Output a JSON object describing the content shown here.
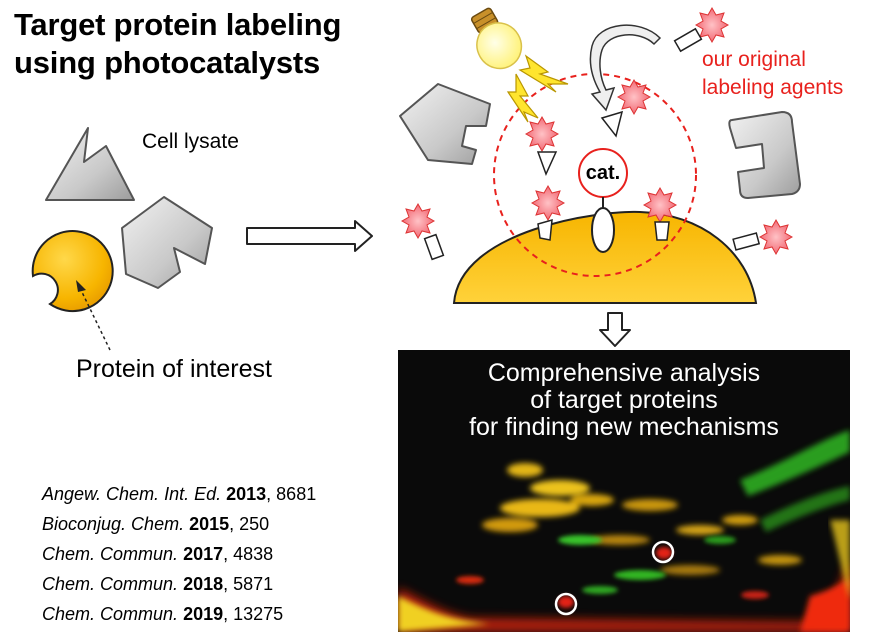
{
  "title": {
    "line1": "Target protein labeling",
    "line2": "using photocatalysts"
  },
  "labels": {
    "cell_lysate": "Cell lysate",
    "protein_of_interest": "Protein of interest",
    "catalyst": "cat.",
    "labeling_agents_line1": "our original",
    "labeling_agents_line2": "labeling agents"
  },
  "gel": {
    "title_line1": "Comprehensive analysis",
    "title_line2": "of target proteins",
    "title_line3": "for finding new mechanisms"
  },
  "references": [
    {
      "journal": "Angew. Chem. Int. Ed.",
      "year": "2013",
      "page": ", 8681"
    },
    {
      "journal": "Bioconjug. Chem.",
      "year": "2015",
      "page": ", 250"
    },
    {
      "journal": "Chem. Commun.",
      "year": "2017",
      "page": ", 4838"
    },
    {
      "journal": "Chem. Commun.",
      "year": "2018",
      "page": ", 5871"
    },
    {
      "journal": "Chem. Commun.",
      "year": "2019",
      "page": ", 13275"
    }
  ],
  "colors": {
    "accent_red": "#e8211d",
    "protein_gold": "#f7b500",
    "agent_pink": "#f0707a",
    "gel_bg": "#0a0a0a"
  }
}
